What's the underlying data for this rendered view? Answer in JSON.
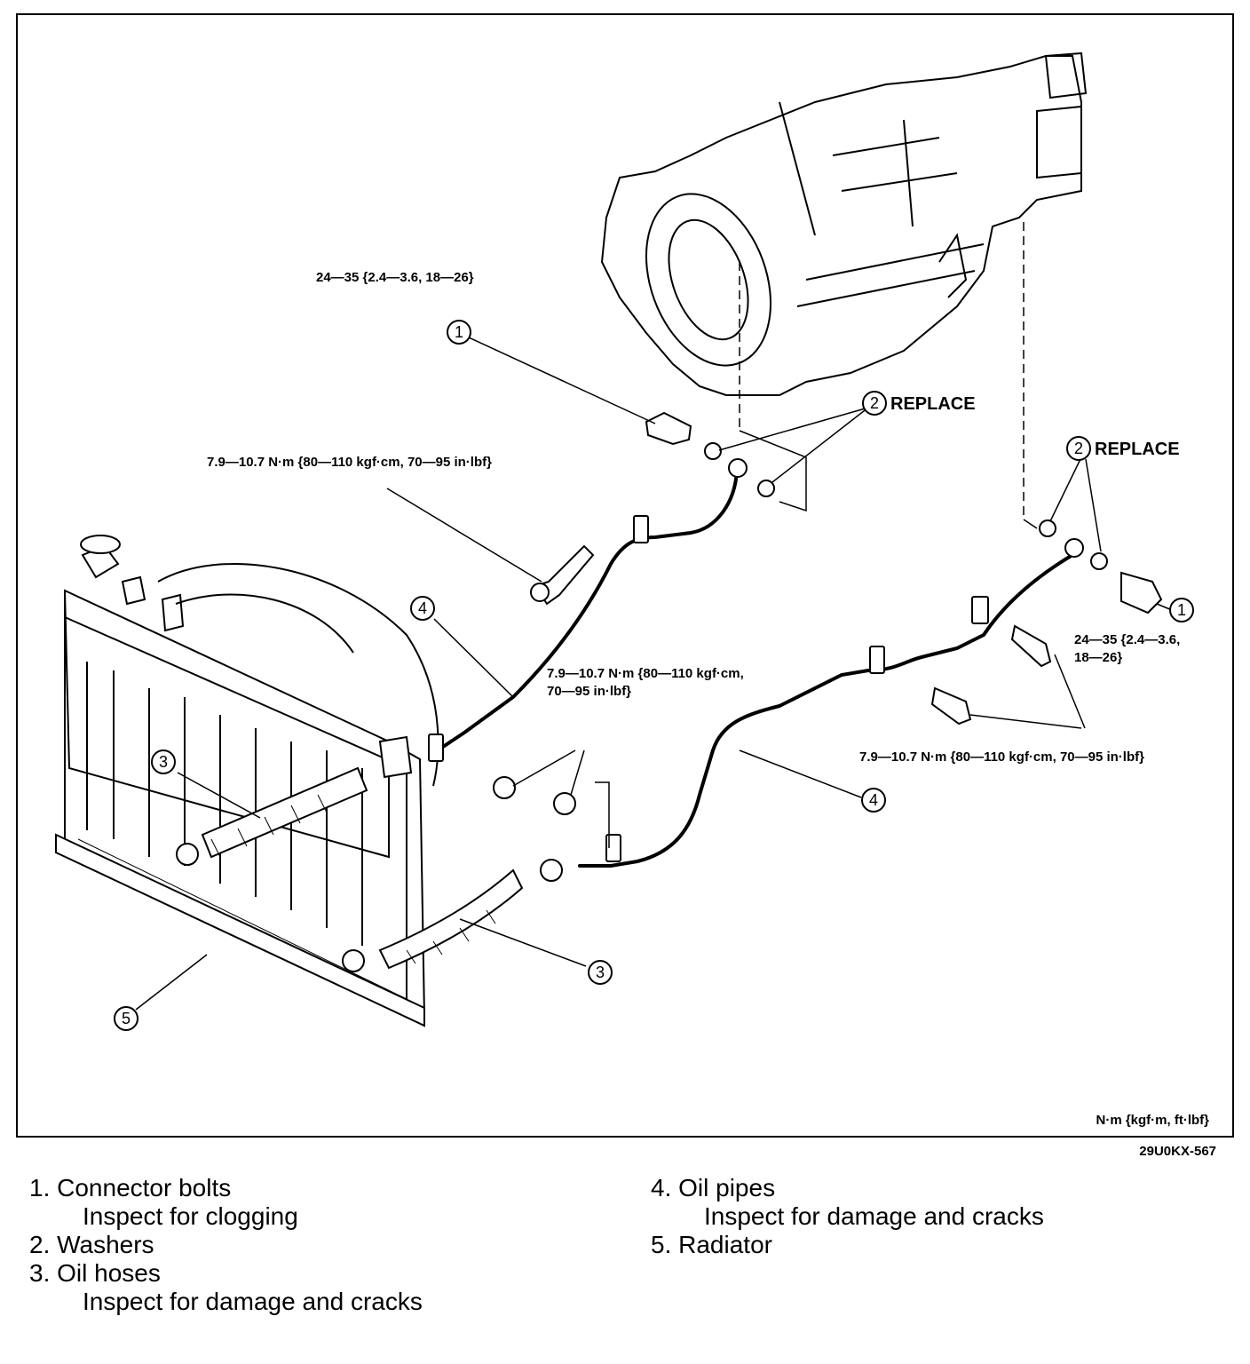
{
  "diagram": {
    "callouts": {
      "torque_bolt_top": "24—35 {2.4—3.6, 18—26}",
      "torque_bolt_right_line1": "24—35 {2.4—3.6,",
      "torque_bolt_right_line2": "18—26}",
      "torque_upper_left": "7.9—10.7 N·m {80—110 kgf·cm, 70—95 in·lbf}",
      "torque_center_line1": "7.9—10.7 N·m {80—110 kgf·cm,",
      "torque_center_line2": "70—95 in·lbf}",
      "torque_lower_right": "7.9—10.7 N·m {80—110 kgf·cm, 70—95 in·lbf}",
      "replace_label": "REPLACE",
      "units_note": "N·m {kgf·m, ft·lbf}"
    },
    "part_markers": [
      "1",
      "2",
      "3",
      "4",
      "5"
    ]
  },
  "figure_id": "29U0KX-567",
  "legend": [
    {
      "label": "1. Connector bolts",
      "note": "Inspect for clogging"
    },
    {
      "label": "2. Washers",
      "note": ""
    },
    {
      "label": "3. Oil hoses",
      "note": "Inspect for damage and cracks"
    },
    {
      "label": "4. Oil pipes",
      "note": "Inspect for damage and cracks"
    },
    {
      "label": "5. Radiator",
      "note": ""
    }
  ]
}
